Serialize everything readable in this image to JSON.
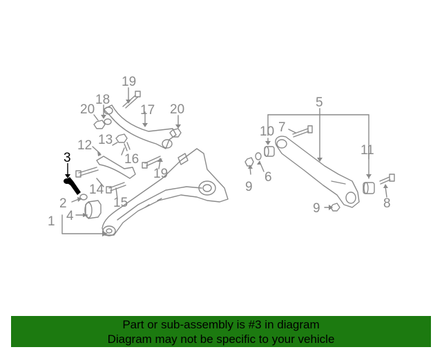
{
  "diagram": {
    "highlight_color": "#000000",
    "line_color": "#8a8a8a",
    "callouts": [
      "1",
      "2",
      "3",
      "4",
      "5",
      "6",
      "7",
      "8",
      "9",
      "9",
      "10",
      "11",
      "12",
      "13",
      "14",
      "15",
      "16",
      "17",
      "18",
      "19",
      "19",
      "20",
      "20"
    ]
  },
  "banner": {
    "line1": "Part or sub-assembly is #3 in diagram",
    "line2": "Diagram may not be specific to your vehicle",
    "background": "#1c7a10"
  }
}
